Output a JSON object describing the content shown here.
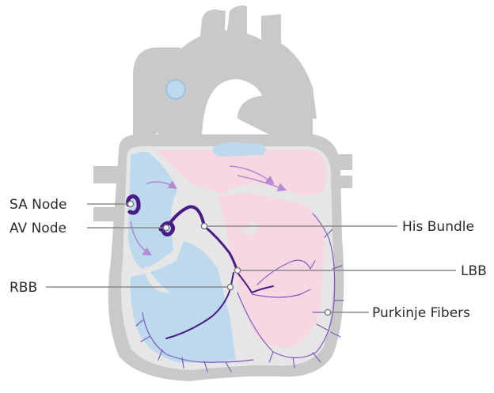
{
  "labels": {
    "sa_node": "SA Node",
    "av_node": "AV Node",
    "rbb": "RBB",
    "his_bundle": "His Bundle",
    "lbb": "LBB",
    "purkinje_fibers": "Purkinje Fibers"
  },
  "colors": {
    "outer_tissue": "#c9c9c9",
    "inner_wall": "#e6e6e6",
    "right_chambers": "#bcd9ee",
    "left_chambers": "#f8d7e3",
    "conduction_dark": "#4a1a86",
    "conduction_light": "#7e5bbf",
    "flow_arrow": "#b58ad2",
    "leader_line": "#8a8a8a"
  }
}
